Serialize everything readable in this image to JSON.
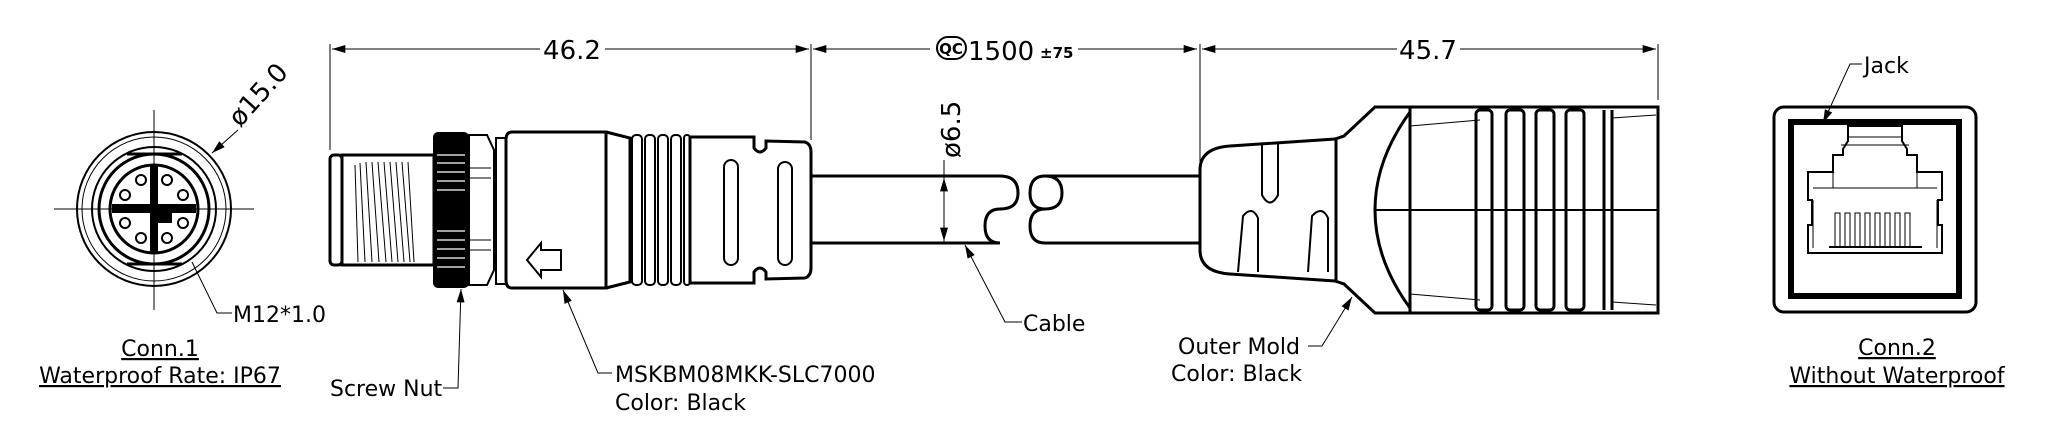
{
  "drawing": {
    "colors": {
      "line": "#000000",
      "background": "#ffffff"
    },
    "dimensions": {
      "left_connector_length": "46.2",
      "cable_length_symbol": "QC",
      "cable_length": "1500",
      "cable_length_tolerance": "±75",
      "right_connector_length": "45.7",
      "cable_diameter": "ø6.5",
      "conn1_diameter": "ø15.0"
    },
    "conn1": {
      "title": "Conn.1",
      "subtitle": "Waterproof Rate: IP67",
      "thread_label": "M12*1.0"
    },
    "labels": {
      "screw_nut": "Screw Nut",
      "part_number": "MSKBM08MKK-SLC7000",
      "part_color": "Color: Black",
      "cable": "Cable",
      "outer_mold": "Outer Mold",
      "outer_mold_color": "Color: Black",
      "jack": "Jack"
    },
    "conn2": {
      "title": "Conn.2",
      "subtitle": "Without Waterproof"
    }
  }
}
